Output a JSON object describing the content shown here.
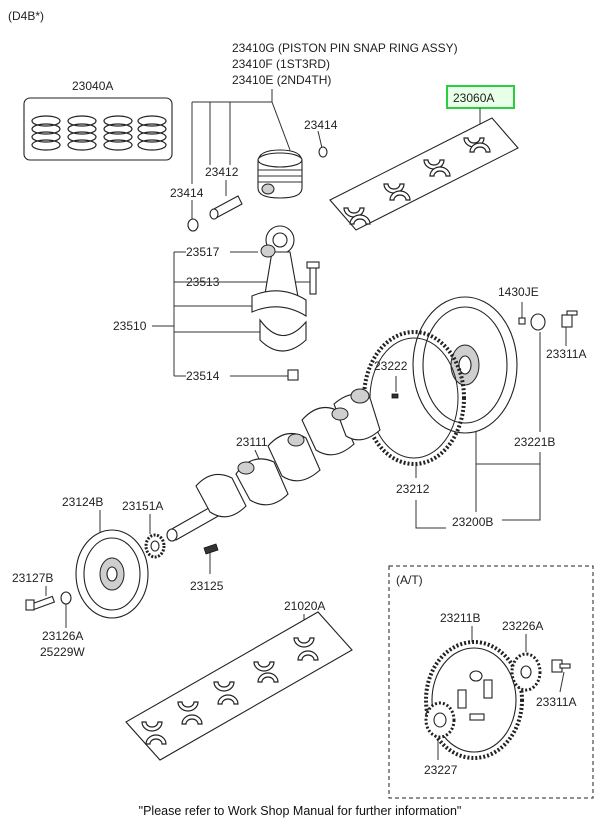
{
  "header": {
    "engine_code": "(D4B*)"
  },
  "labels": {
    "pin_snap_ring": "23410G (PISTON PIN SNAP RING ASSY)",
    "ring_1st3rd": "23410F  (1ST3RD)",
    "ring_2nd4th": "23410E  (2ND4TH)",
    "piston_rings": "23040A",
    "snap_ring_right": "23414",
    "snap_ring_left": "23414",
    "piston_pin": "23412",
    "bearing_set_main": "23060A",
    "conrod_bushing": "23517",
    "conrod_bolt": "23513",
    "conrod_assy": "23510",
    "conrod_nut": "23514",
    "ring_gear_dowel": "1430JE",
    "flywheel_bolt": "23311A",
    "ring_gear_pin": "23222",
    "crankshaft": "23111",
    "flywheel_ring": "23221B",
    "ring_gear": "23212",
    "damper_pulley": "23124B",
    "sprocket": "23151A",
    "flywheel_assy": "23200B",
    "pulley_bolt": "23127B",
    "key": "23125",
    "washer": "23126A",
    "washer_alt": "25229W",
    "thrust_bearing_set": "21020A",
    "at_group": "(A/T)",
    "drive_plate": "23211B",
    "adapter_plate": "23226A",
    "at_bolt": "23311A",
    "at_hub": "23227"
  },
  "footer": {
    "note": "\"Please refer to Work Shop Manual for further information\""
  },
  "colors": {
    "highlight_border": "#2ecc40",
    "highlight_fill": "#e8ffe8",
    "ink": "#222222"
  }
}
